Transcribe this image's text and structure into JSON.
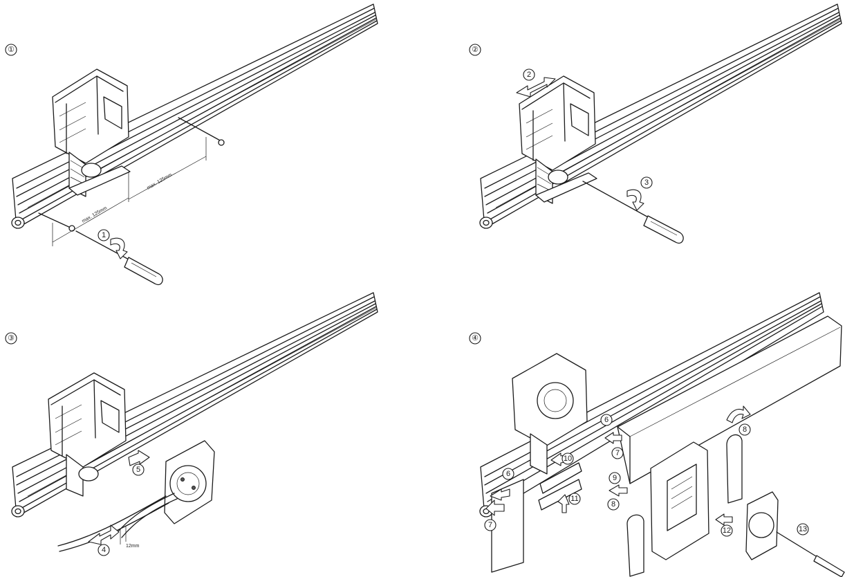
{
  "panels": [
    {
      "number": "①",
      "callouts": [
        "1"
      ],
      "dimensions": [
        "max. 125mm",
        "max. 125mm"
      ]
    },
    {
      "number": "②",
      "callouts": [
        "2",
        "3"
      ]
    },
    {
      "number": "③",
      "callouts": [
        "4",
        "5"
      ],
      "dimensions": [
        "12mm"
      ]
    },
    {
      "number": "④",
      "callouts": [
        "6",
        "7",
        "10",
        "11",
        "9",
        "8",
        "6",
        "7",
        "8",
        "12",
        "13"
      ]
    }
  ]
}
